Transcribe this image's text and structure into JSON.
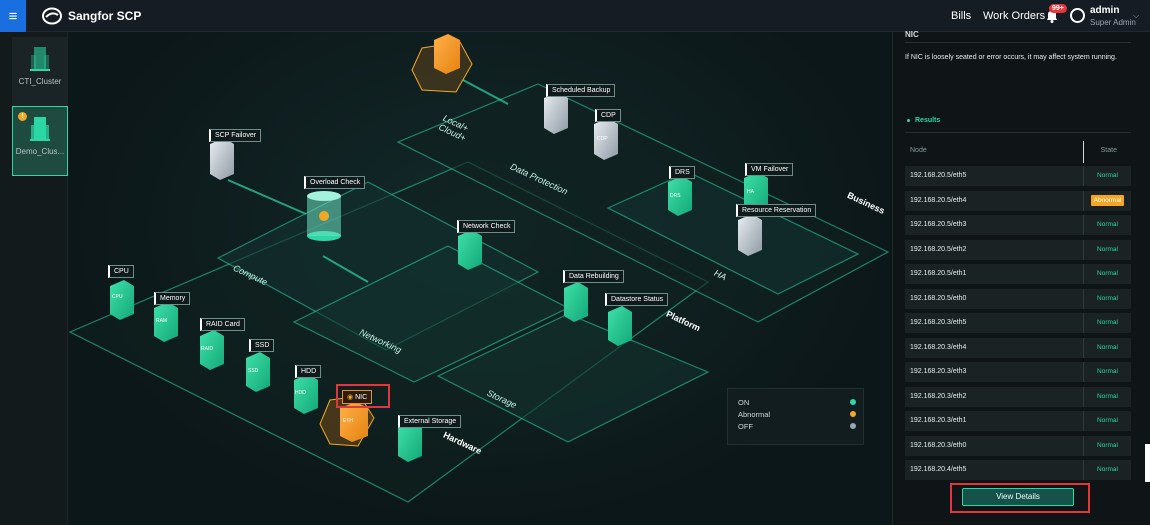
{
  "topbar": {
    "brand": "Sangfor SCP",
    "links": [
      "Bills",
      "Work Orders"
    ],
    "notif_badge": "99+",
    "user_name": "admin",
    "user_role": "Super Admin"
  },
  "sidebar": {
    "clusters": [
      {
        "label": "CTI_Cluster"
      },
      {
        "label": "Demo_Clus...",
        "warning": "!"
      }
    ]
  },
  "map": {
    "nodes": {
      "scheduled_backup": "Scheduled Backup",
      "cdp": "CDP",
      "scp_failover": "SCP Failover",
      "overload_check": "Overload Check",
      "network_check": "Network Check",
      "drs": "DRS",
      "vm_failover": "VM Failover",
      "resource_reservation": "Resource Reservation",
      "data_rebuilding": "Data Rebuilding",
      "datastore_status": "Datastore Status",
      "cpu": "CPU",
      "memory": "Memory",
      "raid_card": "RAID Card",
      "ssd": "SSD",
      "hdd": "HDD",
      "nic": "NIC",
      "external_storage": "External Storage"
    },
    "device_marks": {
      "cpu": "CPU",
      "ram": "RAM",
      "raid": "RAID",
      "ssd": "SSD",
      "hdd": "HDD",
      "eth": "ETH",
      "drs": "DRS",
      "ha": "HA",
      "cdp": "CDP"
    },
    "zones": {
      "local_cloud": "Local+\nCloud+",
      "data_protection": "Data Protection",
      "ha": "HA",
      "business": "Business",
      "compute": "Compute",
      "networking": "Networking",
      "platform": "Platform",
      "storage": "Storage",
      "hardware": "Hardware"
    },
    "legend": [
      {
        "label": "ON",
        "color": "#2bd8a5"
      },
      {
        "label": "Abnormal",
        "color": "#f6a623"
      },
      {
        "label": "OFF",
        "color": "#9aa7b0"
      }
    ]
  },
  "panel": {
    "title": "NIC",
    "description": "If NIC is loosely seated or error occurs, it may affect system running.",
    "results_label": "Results",
    "columns": {
      "node": "Node",
      "state": "State"
    },
    "rows": [
      {
        "node": "192.168.20.5/eth5",
        "state": "Normal"
      },
      {
        "node": "192.168.20.5/eth4",
        "state": "Abnormal"
      },
      {
        "node": "192.168.20.5/eth3",
        "state": "Normal"
      },
      {
        "node": "192.168.20.5/eth2",
        "state": "Normal"
      },
      {
        "node": "192.168.20.5/eth1",
        "state": "Normal"
      },
      {
        "node": "192.168.20.5/eth0",
        "state": "Normal"
      },
      {
        "node": "192.168.20.3/eth5",
        "state": "Normal"
      },
      {
        "node": "192.168.20.3/eth4",
        "state": "Normal"
      },
      {
        "node": "192.168.20.3/eth3",
        "state": "Normal"
      },
      {
        "node": "192.168.20.3/eth2",
        "state": "Normal"
      },
      {
        "node": "192.168.20.3/eth1",
        "state": "Normal"
      },
      {
        "node": "192.168.20.3/eth0",
        "state": "Normal"
      },
      {
        "node": "192.168.20.4/eth5",
        "state": "Normal"
      }
    ],
    "view_details": "View Details"
  },
  "colors": {
    "accent": "#2bd8a5",
    "abnormal": "#f6a623",
    "alert_outline": "#e2353c",
    "menu_blue": "#1a6fe0"
  }
}
